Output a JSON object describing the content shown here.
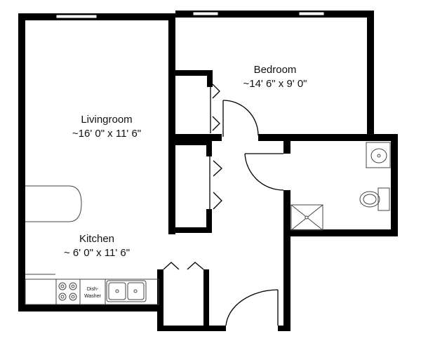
{
  "rooms": {
    "living": {
      "name": "Livingroom",
      "dims": "~16' 0\" x 11' 6\""
    },
    "bedroom": {
      "name": "Bedroom",
      "dims": "~14' 6\" x 9' 0\""
    },
    "kitchen": {
      "name": "Kitchen",
      "dims": "~ 6' 0\" x 11' 6\""
    }
  },
  "appliances": {
    "dishwasher_line1": "Dish-",
    "dishwasher_line2": "Washer"
  },
  "colors": {
    "wall": "#000000",
    "fixture": "#444444",
    "background": "#ffffff"
  }
}
